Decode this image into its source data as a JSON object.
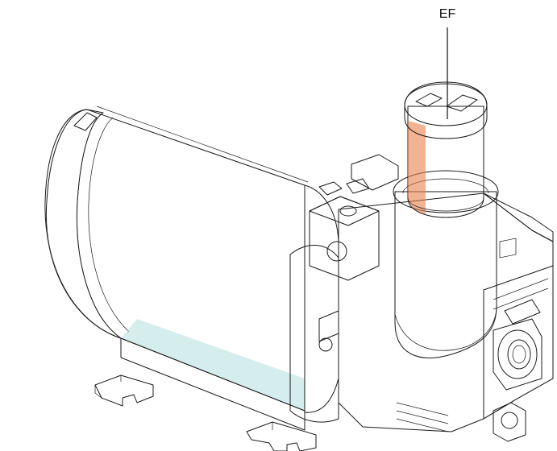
{
  "figure": {
    "callouts": [
      {
        "label": "EF"
      }
    ],
    "colors": {
      "pump_body": "#c6eaea",
      "pump_shadow": "#b4dede",
      "pump_highlight": "#d9f3f3",
      "filter_cap": "#f7935e",
      "filter_cap_dark": "#e9804a",
      "outline": "#1a1a1a"
    },
    "parts": [
      {
        "name": "motor-housing",
        "color": "pump_body"
      },
      {
        "name": "pump-head",
        "color": "pump_body"
      },
      {
        "name": "exhaust-filter",
        "color": "filter_cap"
      },
      {
        "name": "mounting-feet",
        "color": "pump_body"
      },
      {
        "name": "outlet-port",
        "color": "pump_body"
      }
    ]
  }
}
